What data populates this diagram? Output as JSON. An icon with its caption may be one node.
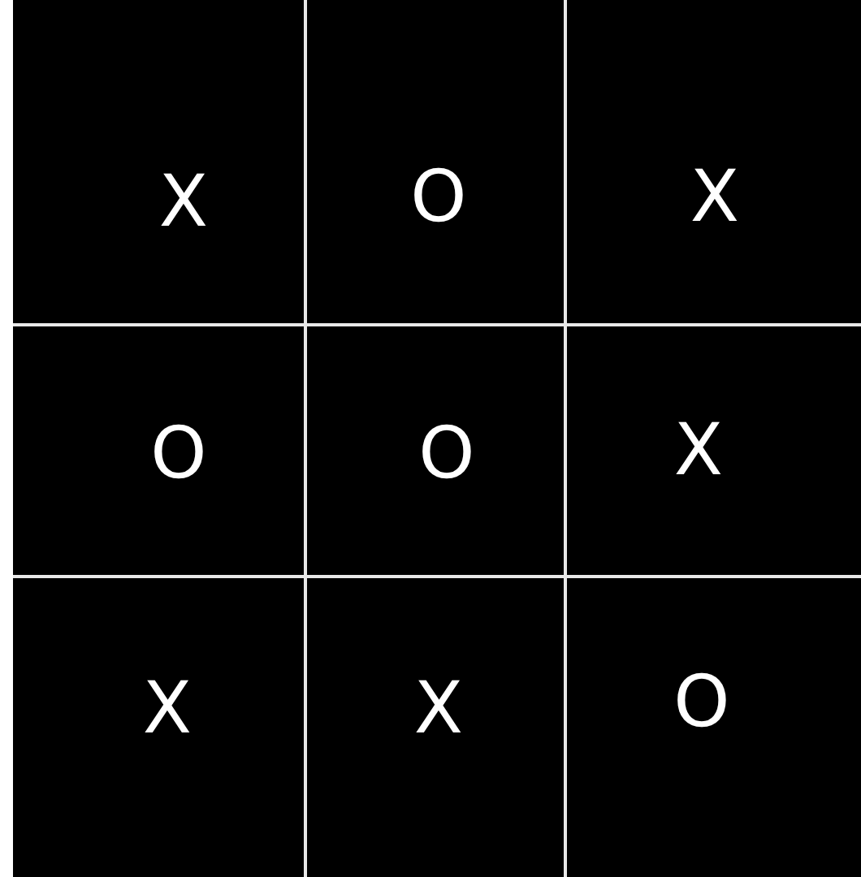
{
  "diagram": {
    "labels": [
      "X",
      "O",
      "X",
      "O",
      "O",
      "X",
      "X",
      "X",
      "O"
    ]
  }
}
